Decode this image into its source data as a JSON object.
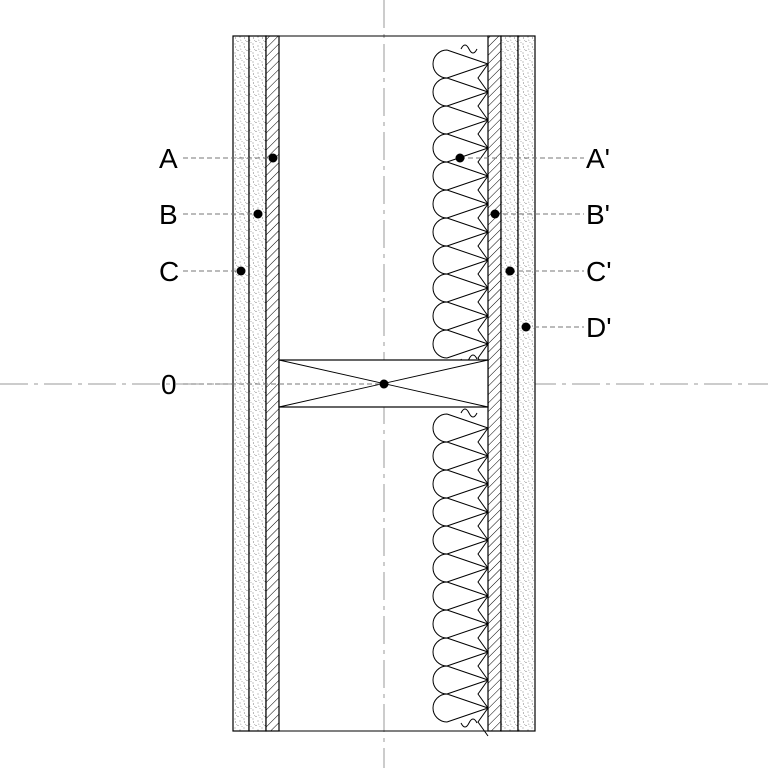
{
  "labels": {
    "left": [
      "A",
      "B",
      "C"
    ],
    "center": "0",
    "right": [
      "A'",
      "B'",
      "C'",
      "D'"
    ]
  },
  "colors": {
    "line": "#000000",
    "centerline": "#9a9a9a",
    "stipple": "#555555",
    "background": "#ffffff"
  }
}
